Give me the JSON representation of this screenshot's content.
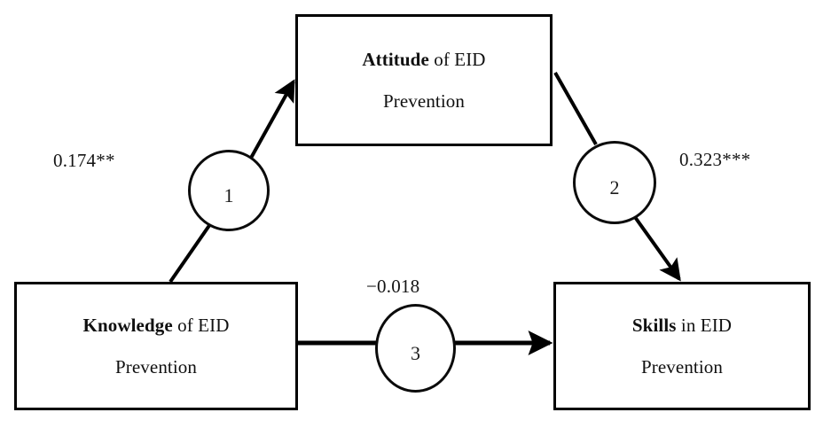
{
  "diagram": {
    "type": "path-model",
    "nodes": [
      {
        "id": "attitude",
        "name": "attitude-node",
        "line1_bold": "Attitude",
        "line1_rest": " of EID",
        "line2": "Prevention"
      },
      {
        "id": "knowledge",
        "name": "knowledge-node",
        "line1_bold": "Knowledge",
        "line1_rest": " of EID",
        "line2": "Prevention"
      },
      {
        "id": "skills",
        "name": "skills-node",
        "line1_bold": "Skills",
        "line1_rest": " in EID",
        "line2": "Prevention"
      }
    ],
    "paths": [
      {
        "id": "path1",
        "marker": "1",
        "coefficient": "0.174**",
        "from": "knowledge",
        "to": "attitude"
      },
      {
        "id": "path2",
        "marker": "2",
        "coefficient": "0.323***",
        "from": "attitude",
        "to": "skills"
      },
      {
        "id": "path3",
        "marker": "3",
        "coefficient": "−0.018",
        "from": "knowledge",
        "to": "skills"
      }
    ],
    "colors": {
      "stroke": "#000000",
      "text": "#101010",
      "background": "#ffffff"
    }
  }
}
